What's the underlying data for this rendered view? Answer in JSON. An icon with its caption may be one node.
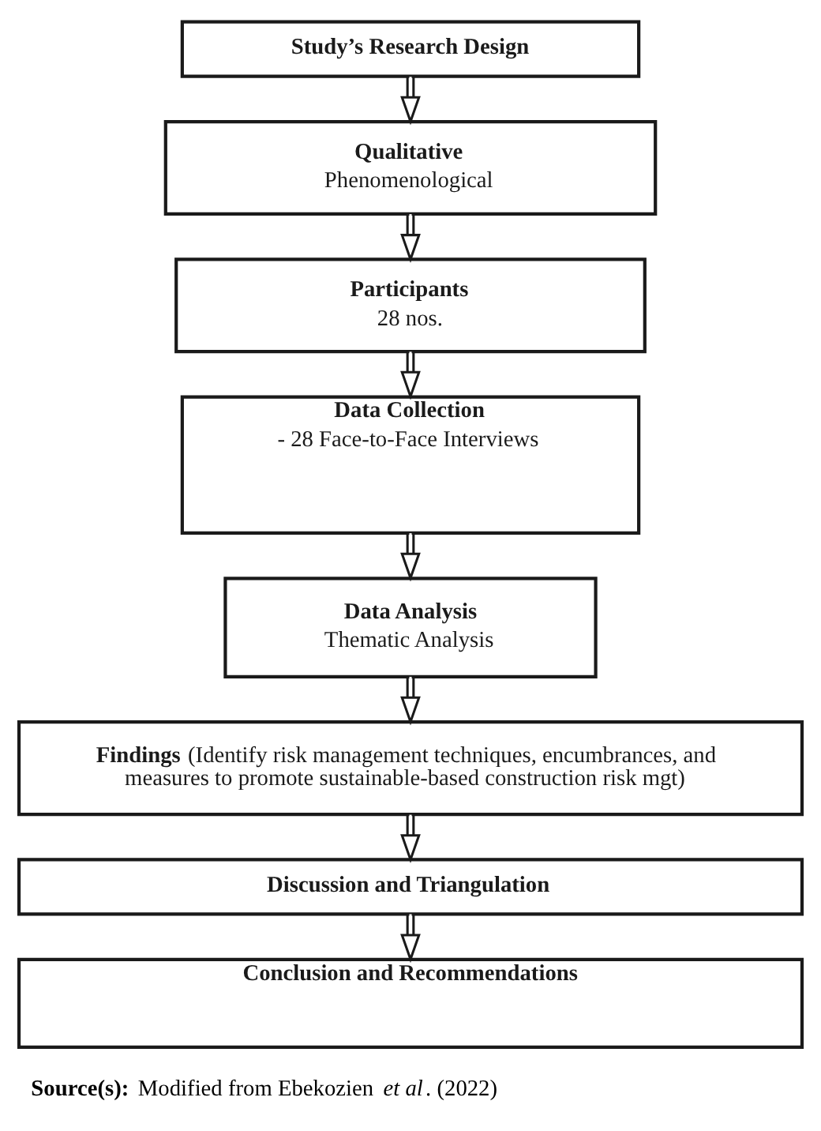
{
  "diagram": {
    "caption": "**Source(s):** Modified from Ebekozien *et al*. (2022)",
    "nodes": [
      {
        "text": [
          "Study’s Research Design"
        ]
      },
      {
        "text": [
          "Qualitative",
          "Phenomenological"
        ]
      },
      {
        "text": [
          "Participants",
          "28 nos."
        ]
      },
      {
        "text": [
          "Data Collection",
          "- 28 Face-to-Face Interviews"
        ]
      },
      {
        "text": [
          "Data Analysis",
          "Thematic Analysis"
        ]
      },
      {
        "text": [
          "**Findings** (Identify risk management techniques, encumbrances, and measures to promote sustainable-based construction risk mgt)"
        ]
      },
      {
        "text": [
          "Discussion and Triangulation"
        ]
      },
      {
        "text": [
          "Conclusion and Recommendations"
        ]
      }
    ],
    "edges": [
      {
        "from": 0,
        "to": 1,
        "arrow": "to"
      },
      {
        "from": 1,
        "to": 2,
        "arrow": "to"
      },
      {
        "from": 2,
        "to": 3,
        "arrow": "to"
      },
      {
        "from": 3,
        "to": 4,
        "arrow": "to"
      },
      {
        "from": 4,
        "to": 5,
        "arrow": "to"
      },
      {
        "from": 5,
        "to": 6,
        "arrow": "to"
      },
      {
        "from": 6,
        "to": 7,
        "arrow": "to"
      }
    ]
  }
}
